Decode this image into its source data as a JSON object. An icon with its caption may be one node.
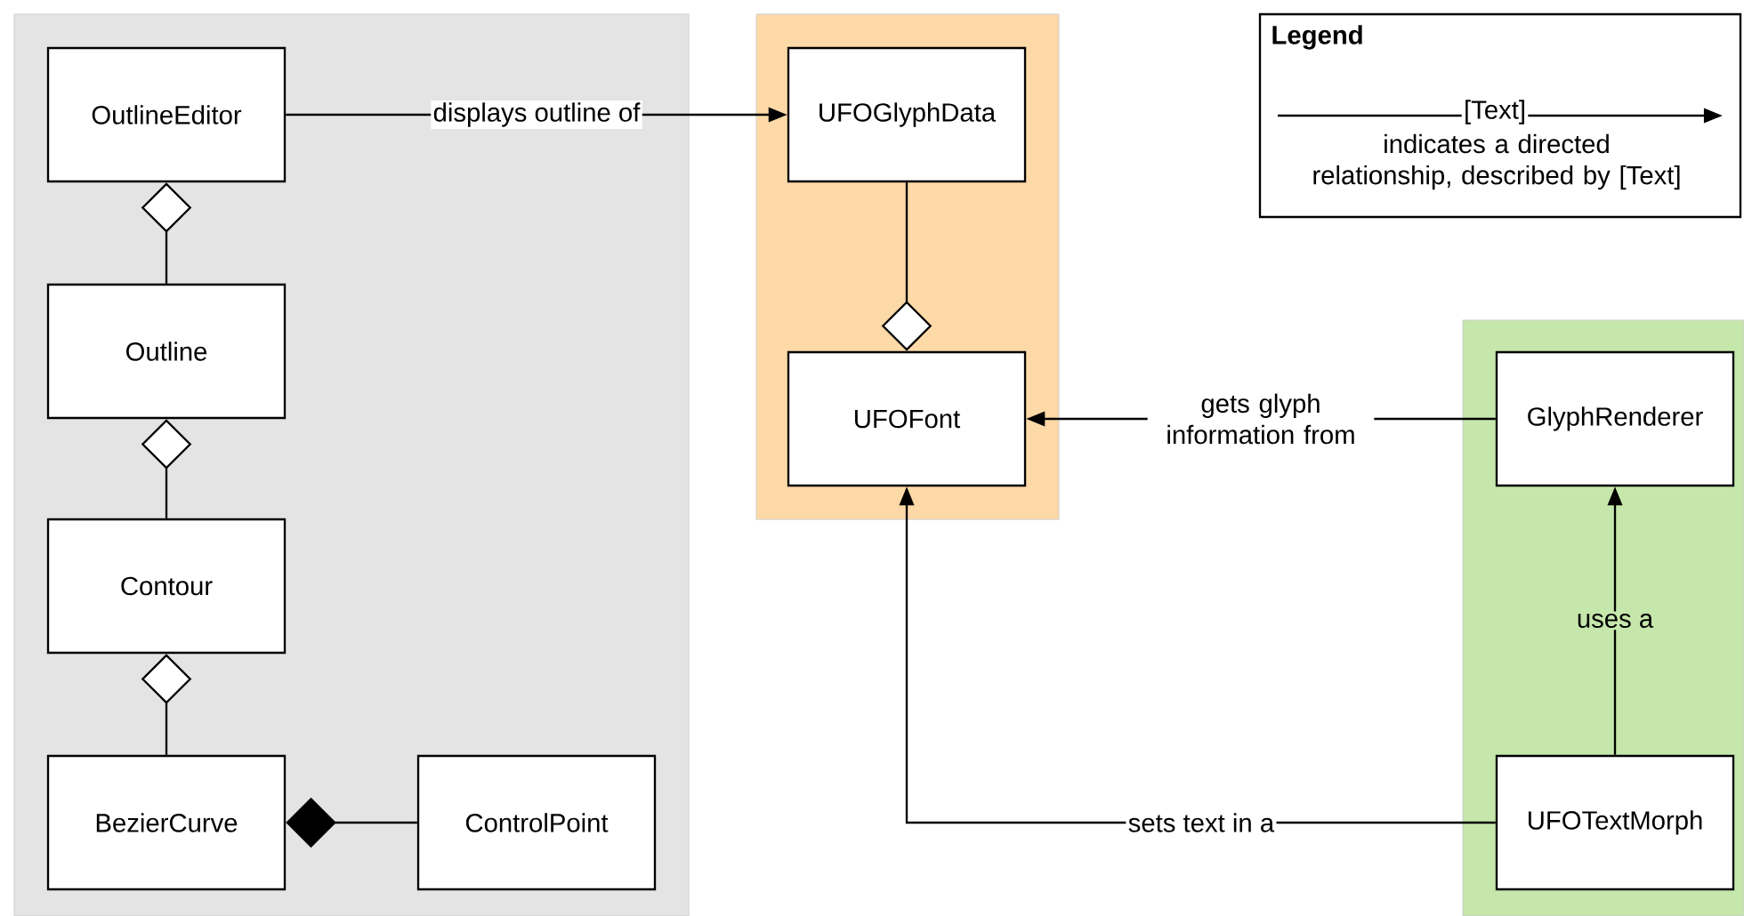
{
  "diagram": {
    "nodes": [
      {
        "text": [],
        "shape": "box"
      },
      {
        "text": [
          "OutlineEditor"
        ],
        "in": 0
      },
      {
        "text": [
          "Outline"
        ],
        "in": 0
      },
      {
        "text": [
          "Contour"
        ],
        "in": 0
      },
      {
        "text": [
          "BezierCurve"
        ],
        "in": 0
      },
      {
        "text": [
          "ControlPoint"
        ],
        "in": 0
      },
      {
        "text": [],
        "shape": "box"
      },
      {
        "text": [
          "UFOGlyphData"
        ],
        "in": 6
      },
      {
        "text": [
          "UFOFont"
        ],
        "in": 6
      },
      {
        "text": [],
        "shape": "box"
      },
      {
        "text": [
          "GlyphRenderer"
        ],
        "in": 9
      },
      {
        "text": [
          "UFOTextMorph"
        ],
        "in": 9
      }
    ],
    "edges": [
      {
        "from": 1,
        "to": 7,
        "arrow": "to",
        "label": "displays outline of"
      },
      {
        "from": 2,
        "to": 1,
        "arrow": "other"
      },
      {
        "from": 3,
        "to": 2,
        "arrow": "other"
      },
      {
        "from": 4,
        "to": 3,
        "arrow": "other"
      },
      {
        "from": 5,
        "to": 4,
        "arrow": "other"
      },
      {
        "from": 7,
        "to": 8,
        "arrow": "other"
      },
      {
        "from": 10,
        "to": 8,
        "arrow": "to",
        "label": "gets glyph information from"
      },
      {
        "from": 11,
        "to": 10,
        "arrow": "to",
        "label": "uses a"
      },
      {
        "from": 11,
        "to": 8,
        "arrow": "to",
        "label": "sets text in a"
      }
    ],
    "labels": [
      "Legend",
      "[Text]"
    ],
    "legend": [
      {
        "text": "indicates a directed relationship, described by [Text]"
      }
    ]
  }
}
